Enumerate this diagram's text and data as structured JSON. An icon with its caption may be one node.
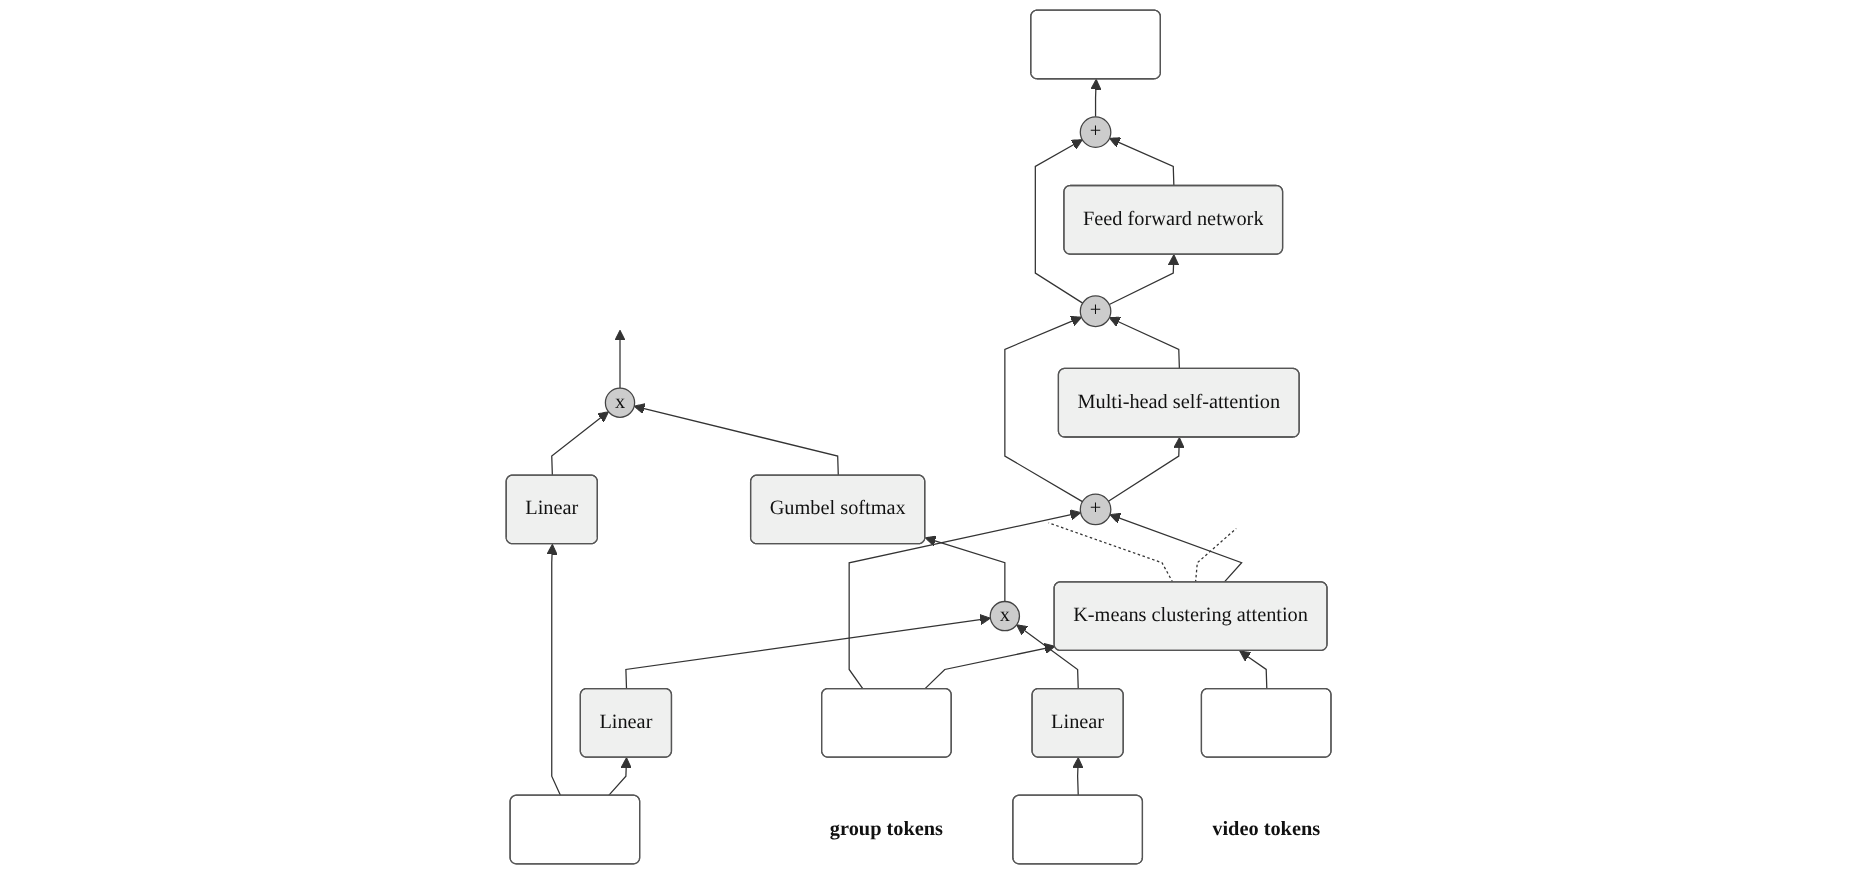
{
  "diagram": {
    "nodes": [
      {
        "text": [],
        "shape": "box"
      },
      {
        "text": [
          "+"
        ]
      },
      {
        "text": [
          "Feed forward network"
        ]
      },
      {
        "text": [
          "+"
        ]
      },
      {
        "text": [
          "Multi-head self-attention"
        ]
      },
      {
        "text": [
          "+"
        ]
      },
      {
        "text": [
          "K-means clustering attention"
        ]
      },
      {
        "text": [],
        "shape": "box",
        "beside": [
          "group tokens"
        ]
      },
      {
        "text": [],
        "shape": "box",
        "beside": [
          "video tokens"
        ]
      },
      {
        "text": [
          "x"
        ]
      },
      {
        "text": [
          "Gumbel softmax"
        ]
      },
      {
        "text": [
          "x"
        ]
      },
      {
        "text": [
          "Linear"
        ]
      },
      {
        "text": [
          "Linear"
        ]
      },
      {
        "text": [
          "Linear"
        ]
      },
      {
        "text": [],
        "shape": "box"
      },
      {
        "text": [],
        "shape": "box"
      }
    ],
    "edges": [
      {
        "from": 1,
        "to": 0,
        "arrow": "to"
      },
      {
        "from": 2,
        "to": 1,
        "arrow": "to"
      },
      {
        "from": 3,
        "to": 2,
        "arrow": "to"
      },
      {
        "from": 3,
        "to": 1,
        "arrow": "to"
      },
      {
        "from": 4,
        "to": 3,
        "arrow": "to"
      },
      {
        "from": 5,
        "to": 4,
        "arrow": "to"
      },
      {
        "from": 5,
        "to": 3,
        "arrow": "to"
      },
      {
        "from": 6,
        "to": 5,
        "arrow": "to"
      },
      {
        "from": 7,
        "to": 6,
        "arrow": "to"
      },
      {
        "from": 7,
        "to": 5,
        "arrow": "to"
      },
      {
        "from": 8,
        "to": 6,
        "arrow": "to"
      },
      {
        "from": 6,
        "to": null,
        "arrow": "none",
        "style": "dashed"
      },
      {
        "from": 6,
        "to": null,
        "arrow": "none",
        "style": "dashed"
      },
      {
        "from": 9,
        "to": null,
        "arrow": "to"
      },
      {
        "from": 10,
        "to": 9,
        "arrow": "to"
      },
      {
        "from": 14,
        "to": 9,
        "arrow": "to"
      },
      {
        "from": 11,
        "to": 10,
        "arrow": "to"
      },
      {
        "from": 12,
        "to": 11,
        "arrow": "to"
      },
      {
        "from": 13,
        "to": 11,
        "arrow": "to"
      },
      {
        "from": 15,
        "to": 12,
        "arrow": "to"
      },
      {
        "from": 16,
        "to": 13,
        "arrow": "to"
      },
      {
        "from": 16,
        "to": 14,
        "arrow": "to"
      }
    ]
  }
}
